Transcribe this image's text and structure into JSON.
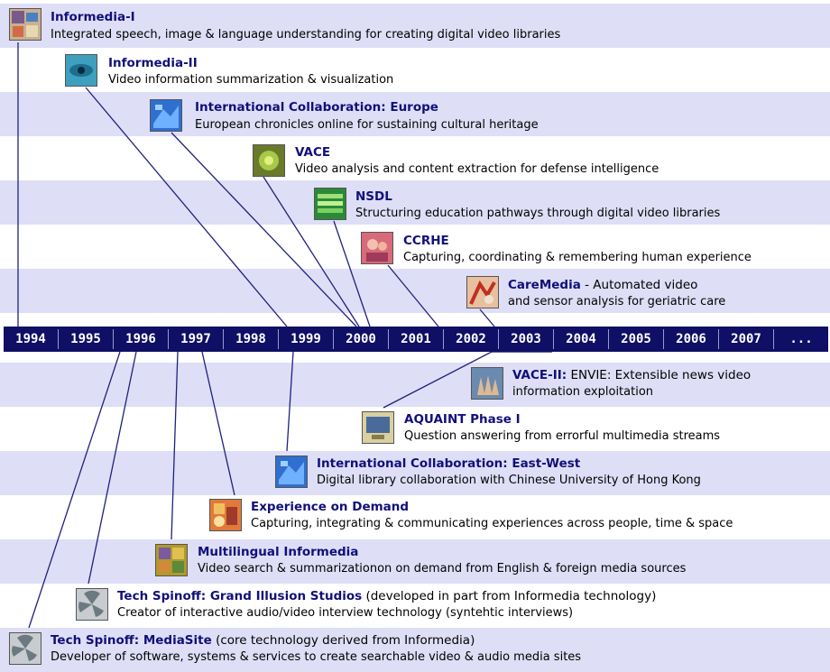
{
  "timeline": {
    "years": [
      "1994",
      "1995",
      "1996",
      "1997",
      "1998",
      "1999",
      "2000",
      "2001",
      "2002",
      "2003",
      "2004",
      "2005",
      "2006",
      "2007",
      "..."
    ]
  },
  "above": [
    {
      "title": "Informedia-I",
      "desc": "Integrated speech, image & language understanding for creating digital video libraries",
      "icon": "collage-thumbnail-icon"
    },
    {
      "title": "Informedia-II",
      "desc": "Video information summarization & visualization",
      "icon": "eye-thumbnail-icon"
    },
    {
      "title": "International Collaboration: Europe",
      "desc": "European chronicles online for sustaining cultural heritage",
      "icon": "map-thumbnail-icon"
    },
    {
      "title": "VACE",
      "desc": "Video analysis and content extraction for defense intelligence",
      "icon": "target-thumbnail-icon"
    },
    {
      "title": "NSDL",
      "desc": "Structuring education pathways through digital video libraries",
      "icon": "library-thumbnail-icon"
    },
    {
      "title": "CCRHE",
      "desc": "Capturing, coordinating & remembering human experience",
      "icon": "people-thumbnail-icon"
    },
    {
      "title": "CareMedia",
      "note": " - Automated video",
      "desc": "and sensor analysis for geriatric care",
      "icon": "care-thumbnail-icon"
    }
  ],
  "below": [
    {
      "title": "VACE-II:",
      "note": " ENVIE: Extensible news video",
      "desc": "information exploitation",
      "icon": "hand-thumbnail-icon"
    },
    {
      "title": "AQUAINT Phase I",
      "desc": "Question answering from errorful multimedia streams",
      "icon": "screen-thumbnail-icon"
    },
    {
      "title": "International Collaboration: East-West",
      "desc": "Digital library collaboration with Chinese University of Hong Kong",
      "icon": "map-thumbnail-icon"
    },
    {
      "title": "Experience on Demand",
      "desc": "Capturing, integrating & communicating experiences across people, time & space",
      "icon": "experience-thumbnail-icon"
    },
    {
      "title": "Multilingual Informedia",
      "desc": "Video search & summarizationon on demand from English & foreign media sources",
      "icon": "multilingual-thumbnail-icon"
    },
    {
      "title": "Tech Spinoff: Grand Illusion Studios",
      "note": "  (developed in part from Informedia technology)",
      "desc": "Creator of interactive audio/video interview technology (syntehtic interviews)",
      "icon": "propeller-thumbnail-icon"
    },
    {
      "title": "Tech Spinoff: MediaSite",
      "note": "  (core technology derived from Informedia)",
      "desc": "Developer of software, systems & services to create searchable video & audio media sites",
      "icon": "propeller-thumbnail-icon"
    }
  ],
  "colors": {
    "band_tint": "#dedef6",
    "timeline_bar": "#0f0f66",
    "title_text": "#10107a",
    "connector": "#202080"
  }
}
